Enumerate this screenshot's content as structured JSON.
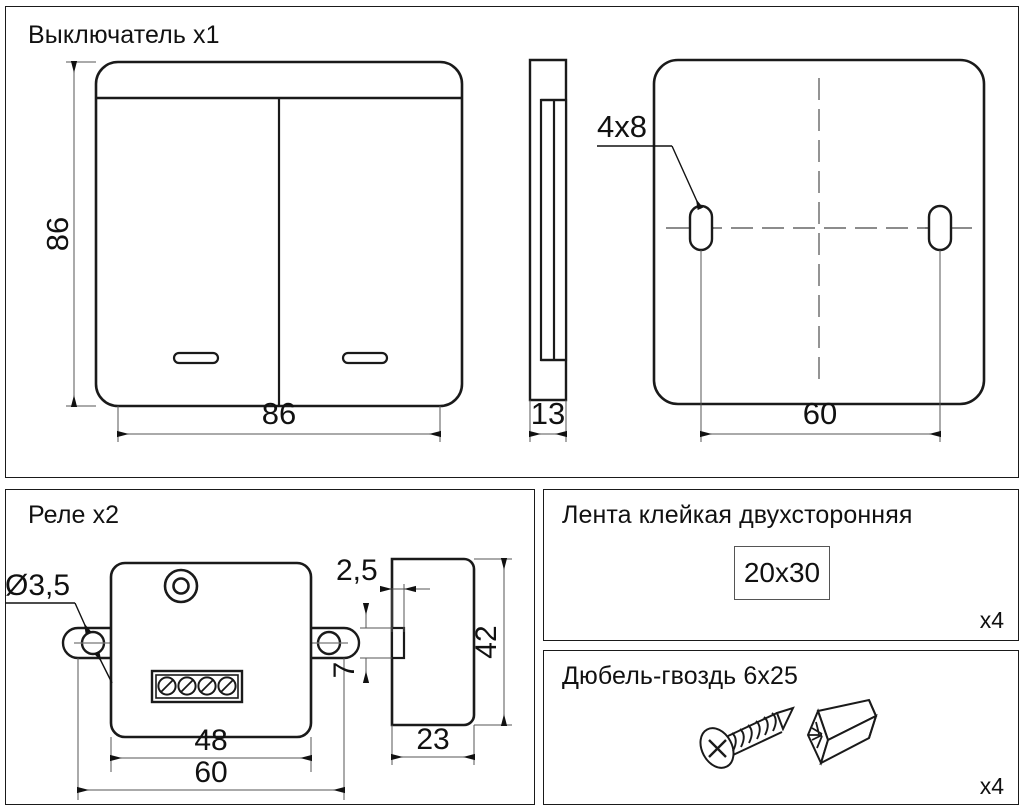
{
  "document": {
    "kind": "assembly-dimension-drawing",
    "language": "ru",
    "line_color": "#1a1a1a",
    "thin_line_color": "#555555",
    "background": "#ffffff"
  },
  "panels": {
    "switch": {
      "title": "Выключатель  x1",
      "views": {
        "front": {
          "dim_height": "86",
          "dim_width": "86",
          "rocker_count": 2,
          "indicator_slots": 2
        },
        "side": {
          "dim_thickness": "13"
        },
        "back": {
          "callout_slot_size": "4x8",
          "dim_hole_spacing": "60",
          "slot_count": 2
        }
      }
    },
    "relay": {
      "title": "Реле  x2",
      "views": {
        "front": {
          "callout_hole_diameter": "Ø3,5",
          "dim_body_width": "48",
          "dim_overall_width": "60",
          "terminal_screw_count": 4,
          "mounting_tabs": 2
        },
        "side": {
          "dim_notch_offset": "2,5",
          "dim_notch_height": "7",
          "dim_height": "42",
          "dim_depth": "23"
        }
      }
    },
    "tape": {
      "title": "Лента клейкая двухсторонняя",
      "size_label": "20x30",
      "quantity": "x4"
    },
    "dowel": {
      "title": "Дюбель-гвоздь 6x25",
      "quantity": "x4",
      "items": [
        "screw-icon",
        "wall-plug-icon"
      ]
    }
  }
}
